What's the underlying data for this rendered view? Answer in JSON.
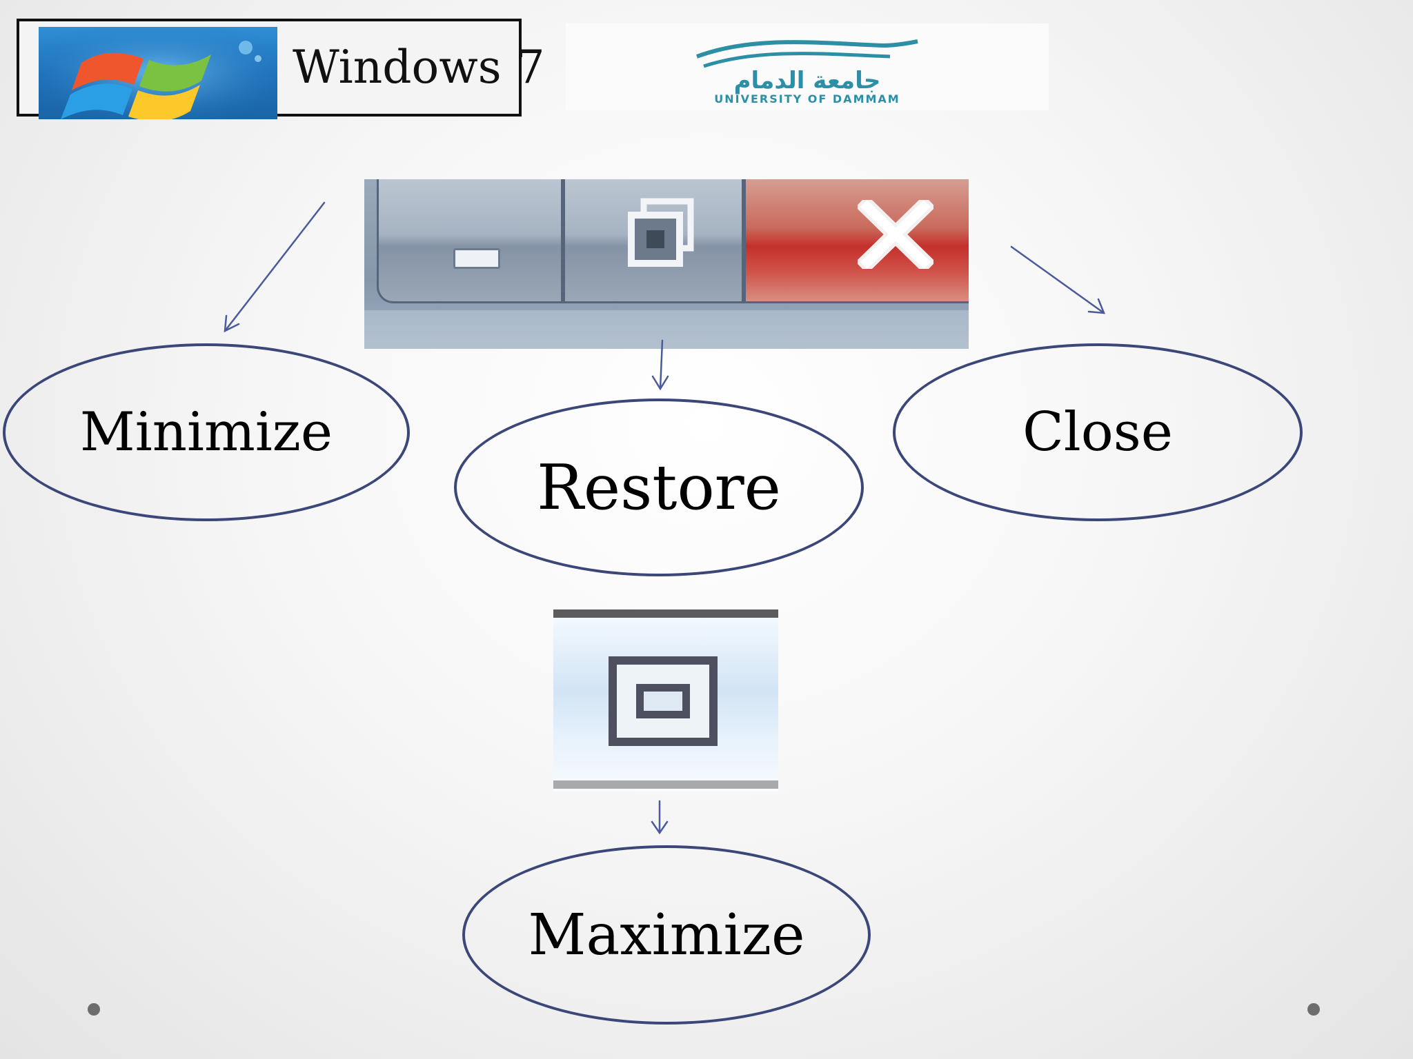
{
  "header": {
    "title": "Windows 7",
    "logo_icon": "windows-flag-icon"
  },
  "university_logo": {
    "arabic_text": "جامعة الدمام",
    "english_text": "UNIVERSITY OF DAMMAM",
    "color": "#2d8fa6"
  },
  "caption_buttons": {
    "icons": [
      "minimize-icon",
      "restore-icon",
      "close-icon"
    ],
    "close_color": "#c4302b"
  },
  "maximize_button": {
    "icon": "maximize-icon"
  },
  "labels": {
    "minimize": "Minimize",
    "restore": "Restore",
    "close": "Close",
    "maximize": "Maximize"
  },
  "colors": {
    "ellipse_border": "#3b4778",
    "arrow": "#4a5a9a"
  }
}
